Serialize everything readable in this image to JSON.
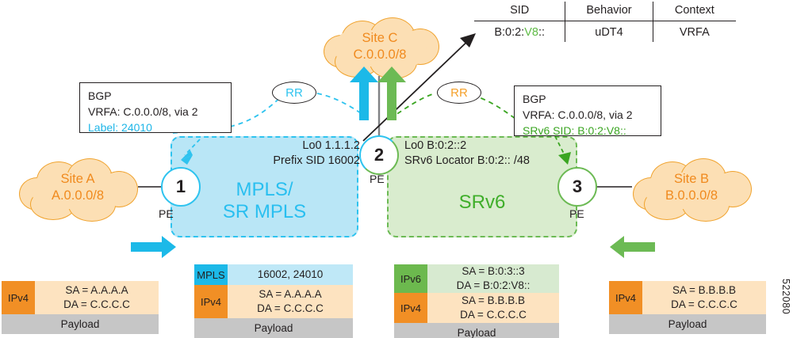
{
  "figure": {
    "number": "522080"
  },
  "sid_table": {
    "headers": [
      "SID",
      "Behavior",
      "Context"
    ],
    "rows": [
      {
        "sid_prefix": "B:0:2:",
        "sid_highlight": "V8",
        "sid_suffix": "::",
        "behavior": "uDT4",
        "context": "VRFA"
      }
    ]
  },
  "clouds": {
    "site_a": {
      "name": "Site A",
      "prefix": "A.0.0.0/8"
    },
    "site_b": {
      "name": "Site B",
      "prefix": "B.0.0.0/8"
    },
    "site_c": {
      "name": "Site C",
      "prefix": "C.0.0.0/8"
    }
  },
  "bgp_left": {
    "title": "BGP",
    "vrf_line": "VRFA: C.0.0.0/8, via 2",
    "label_line": "Label: 24010"
  },
  "bgp_right": {
    "title": "BGP",
    "vrf_line": "VRFA: C.0.0.0/8, via 2",
    "sid_line": "SRv6 SID: B:0:2:V8::"
  },
  "regions": {
    "mpls": {
      "label_line1": "MPLS/",
      "label_line2": "SR MPLS"
    },
    "srv6": {
      "label": "SRv6"
    }
  },
  "nodes": {
    "node1": {
      "id": "1",
      "role": "PE"
    },
    "node2": {
      "id": "2",
      "role": "PE"
    },
    "node3": {
      "id": "3",
      "role": "PE"
    }
  },
  "node2_captions": {
    "left_line1": "Lo0 1.1.1.2",
    "left_line2": "Prefix SID 16002",
    "right_line1": "Lo0 B:0:2::2",
    "right_line2": "SRv6 Locator B:0:2:: /48"
  },
  "route_reflectors": {
    "left": {
      "label": "RR"
    },
    "right": {
      "label": "RR"
    }
  },
  "packets": [
    {
      "name": "packet-site-a",
      "layers": [
        {
          "tag": "IPv4",
          "kind": "ipv4",
          "line1": "SA = A.A.A.A",
          "line2": "DA = C.C.C.C"
        }
      ],
      "payload": "Payload"
    },
    {
      "name": "packet-mpls",
      "layers": [
        {
          "tag": "MPLS",
          "kind": "mpls",
          "line1": "16002, 24010",
          "line2": ""
        },
        {
          "tag": "IPv4",
          "kind": "ipv4",
          "line1": "SA = A.A.A.A",
          "line2": "DA = C.C.C.C"
        }
      ],
      "payload": "Payload"
    },
    {
      "name": "packet-srv6",
      "layers": [
        {
          "tag": "IPv6",
          "kind": "ipv6",
          "line1": "SA = B:0:3::3",
          "line2": "DA = B:0:2:V8::"
        },
        {
          "tag": "IPv4",
          "kind": "ipv4",
          "line1": "SA = B.B.B.B",
          "line2": "DA = C.C.C.C"
        }
      ],
      "payload": "Payload"
    },
    {
      "name": "packet-site-b",
      "layers": [
        {
          "tag": "IPv4",
          "kind": "ipv4",
          "line1": "SA = B.B.B.B",
          "line2": "DA = C.C.C.C"
        }
      ],
      "payload": "Payload"
    }
  ],
  "colors": {
    "mpls_cyan": "#1fb6e8",
    "srv6_green": "#3aa521",
    "cloud_orange": "#f08a1e",
    "rr_orange": "#f5a02a",
    "ink": "#231f20"
  }
}
